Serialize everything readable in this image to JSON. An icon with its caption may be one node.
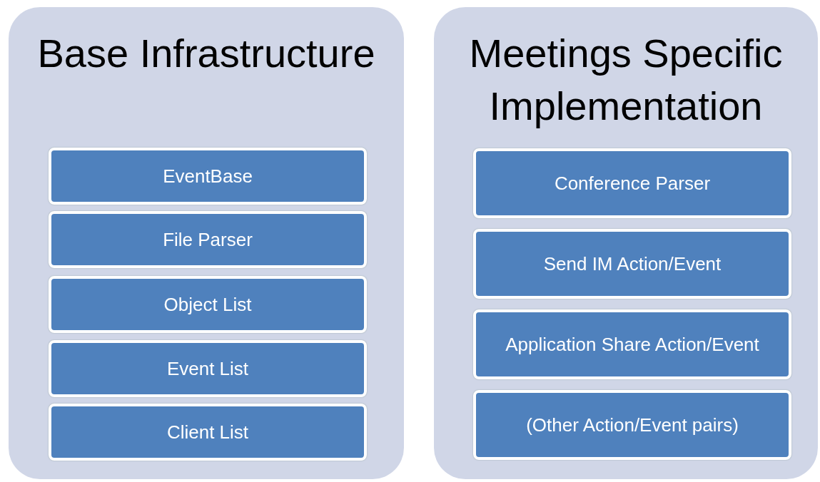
{
  "diagram": {
    "nodes": [
      {
        "text": [
          "Base Infrastructure"
        ]
      },
      {
        "text": [
          "EventBase"
        ],
        "in": 0
      },
      {
        "text": [
          "File Parser"
        ],
        "in": 0
      },
      {
        "text": [
          "Object List"
        ],
        "in": 0
      },
      {
        "text": [
          "Event List"
        ],
        "in": 0
      },
      {
        "text": [
          "Client List"
        ],
        "in": 0
      },
      {
        "text": [
          "Meetings Specific Implementation"
        ]
      },
      {
        "text": [
          "Conference Parser"
        ],
        "in": 6
      },
      {
        "text": [
          "Send IM Action/Event"
        ],
        "in": 6
      },
      {
        "text": [
          "Application Share Action/Event"
        ],
        "in": 6
      },
      {
        "text": [
          "(Other Action/Event pairs)"
        ],
        "in": 6
      }
    ]
  }
}
